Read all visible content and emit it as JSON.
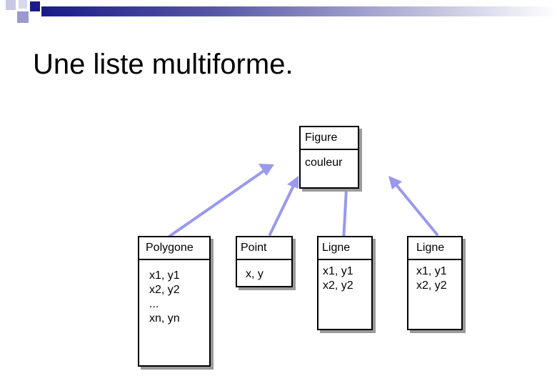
{
  "page": {
    "title": "Une liste multiforme."
  },
  "decoration": {
    "accent_dark": "#1a1a8c",
    "accent_light": "#ffffff"
  },
  "diagram": {
    "arrow_color": "#9999ee",
    "figure": {
      "name": "Figure",
      "attribute": "couleur"
    },
    "polygone": {
      "name": "Polygone",
      "attributes": "x1, y1\nx2, y2\n...\nxn, yn"
    },
    "point": {
      "name": "Point",
      "attributes": "x, y"
    },
    "ligne1": {
      "name": "Ligne",
      "attributes": "x1, y1\nx2, y2"
    },
    "ligne2": {
      "name": "Ligne",
      "attributes": "x1, y1\nx2, y2"
    }
  }
}
